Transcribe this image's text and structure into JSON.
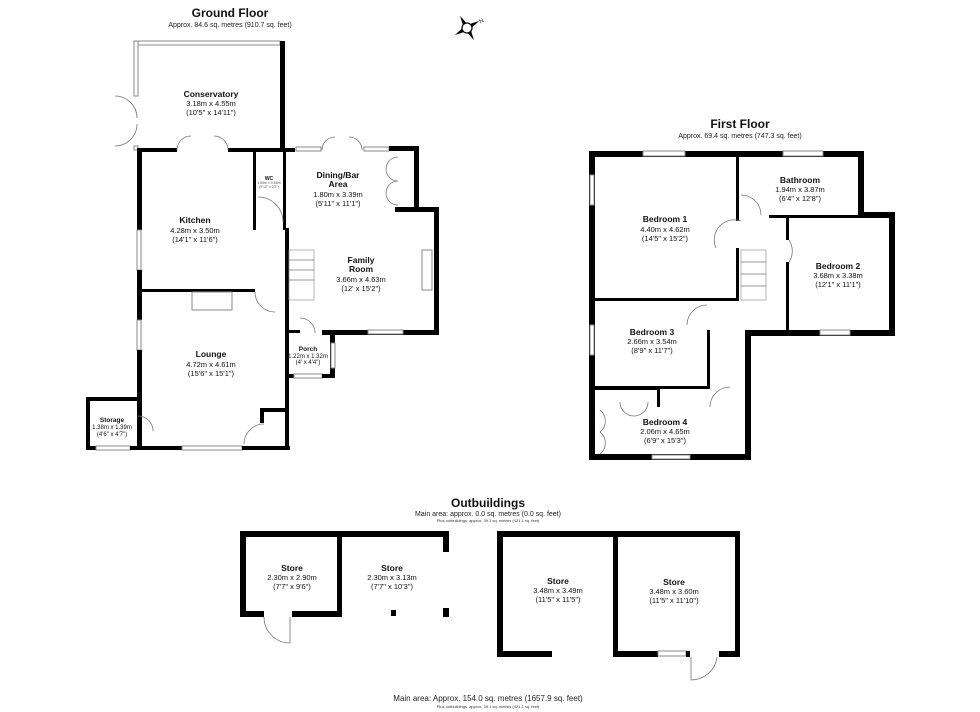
{
  "ground_floor": {
    "title": "Ground Floor",
    "area": "Approx. 84.6 sq. metres (910.7 sq. feet)",
    "rooms": [
      {
        "name": "Conservatory",
        "metric": "3.18m x 4.55m",
        "imperial": "(10'5\" x 14'11\")"
      },
      {
        "name": "Kitchen",
        "metric": "4.28m x 3.50m",
        "imperial": "(14'1\" x 11'6\")"
      },
      {
        "name": "WC",
        "metric": "1.80m x 0.65m",
        "imperial": "(5'10\" x 2'2\")"
      },
      {
        "name": "Dining/Bar",
        "name2": "Area",
        "metric": "1.80m x 3.39m",
        "imperial": "(5'11\" x 11'1\")"
      },
      {
        "name": "Family",
        "name2": "Room",
        "metric": "3.66m x 4.63m",
        "imperial": "(12' x 15'2\")"
      },
      {
        "name": "Lounge",
        "metric": "4.72m x 4.61m",
        "imperial": "(15'6\" x 15'1\")"
      },
      {
        "name": "Porch",
        "metric": "1.22m x 1.32m",
        "imperial": "(4' x 4'4\")"
      },
      {
        "name": "Storage",
        "metric": "1.38m x 1.39m",
        "imperial": "(4'6\" x 4'7\")"
      }
    ]
  },
  "first_floor": {
    "title": "First Floor",
    "area": "Approx. 69.4 sq. metres (747.3 sq. feet)",
    "rooms": [
      {
        "name": "Bedroom 1",
        "metric": "4.40m x 4.62m",
        "imperial": "(14'5\" x 15'2\")"
      },
      {
        "name": "Bathroom",
        "metric": "1.94m x 3.87m",
        "imperial": "(6'4\" x 12'8\")"
      },
      {
        "name": "Bedroom 2",
        "metric": "3.68m x 3.38m",
        "imperial": "(12'1\" x 11'1\")"
      },
      {
        "name": "Bedroom 3",
        "metric": "2.66m x 3.54m",
        "imperial": "(8'9\" x 11'7\")"
      },
      {
        "name": "Bedroom 4",
        "metric": "2.06m x 4.65m",
        "imperial": "(6'9\" x 15'3\")"
      }
    ]
  },
  "outbuildings": {
    "title": "Outbuildings",
    "main_area": "Main area: approx. 0.0 sq. metres (0.0 sq. feet)",
    "plus": "Plus outbuildings, approx. 39.1 sq. metres (421.1 sq. feet)",
    "rooms": [
      {
        "name": "Store",
        "metric": "2.30m x 2.90m",
        "imperial": "(7'7\" x 9'6\")"
      },
      {
        "name": "Store",
        "metric": "2.30m x 3.13m",
        "imperial": "(7'7\" x 10'3\")"
      },
      {
        "name": "Store",
        "metric": "3.48m x 3.49m",
        "imperial": "(11'5\" x 11'5\")"
      },
      {
        "name": "Store",
        "metric": "3.48m x 3.60m",
        "imperial": "(11'5\" x 11'10\")"
      }
    ]
  },
  "totals": {
    "main_area": "Main area: Approx. 154.0 sq. metres (1657.9 sq. feet)",
    "plus": "Plus outbuildings, approx. 39.1 sq. metres (421.1 sq. feet)"
  },
  "compass": {
    "icon": "compass-rose-icon",
    "label": "N"
  }
}
